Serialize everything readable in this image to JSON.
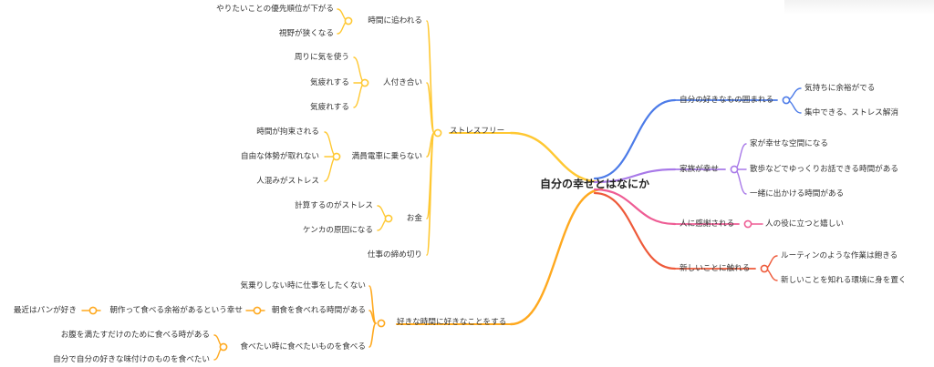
{
  "root": {
    "label": "自分の幸せとはなにか"
  },
  "colors": {
    "yellow": "#FFC832",
    "orange": "#FFA91F",
    "blue": "#4C7BE8",
    "purple": "#A879E8",
    "pink": "#EE5C94",
    "red": "#EE5A3A"
  },
  "branches": {
    "stressfree": {
      "label": "ストレスフリー",
      "jikan": {
        "label": "時間に追われる",
        "c1": "やりたいことの優先順位が下がる",
        "c2": "視野が狭くなる"
      },
      "hito": {
        "label": "人付き合い",
        "c1": "周りに気を使う",
        "c2": "気疲れする",
        "c3": "気疲れする"
      },
      "densha": {
        "label": "満員電車に乗らない",
        "c1": "時間が拘束される",
        "c2": "自由な体勢が取れない",
        "c3": "人混みがストレス"
      },
      "okane": {
        "label": "お金",
        "c1": "計算するのがストレス",
        "c2": "ケンカの原因になる"
      },
      "shime": {
        "label": "仕事の締め切り"
      }
    },
    "sukinajikan": {
      "label": "好きな時間に好きなことをする",
      "kinori": {
        "label": "気乗りしない時に仕事をしたくない"
      },
      "choshoku": {
        "label": "朝食を食べれる時間がある",
        "c1": "朝作って食べる余裕があるという幸せ",
        "c1c1": "最近はパンが好き"
      },
      "tabetai": {
        "label": "食べたい時に食べたいものを食べる",
        "c1": "お腹を満たすだけのために食べる時がある",
        "c2": "自分で自分の好きな味付けのものを食べたい"
      }
    },
    "kakomareru": {
      "label": "自分の好きなもの囲まれる",
      "c1": "気持ちに余裕がでる",
      "c2": "集中できる、ストレス解消"
    },
    "kazoku": {
      "label": "家族が幸せ",
      "c1": "家が幸せな空間になる",
      "c2": "散歩などでゆっくりお話できる時間がある",
      "c3": "一緒に出かける時間がある"
    },
    "kansha": {
      "label": "人に感謝される",
      "c1": "人の役に立つと嬉しい"
    },
    "atarashii": {
      "label": "新しいことに触れる",
      "c1": "ルーティンのような作業は飽きる",
      "c2": "新しいことを知れる環境に身を置く"
    }
  }
}
